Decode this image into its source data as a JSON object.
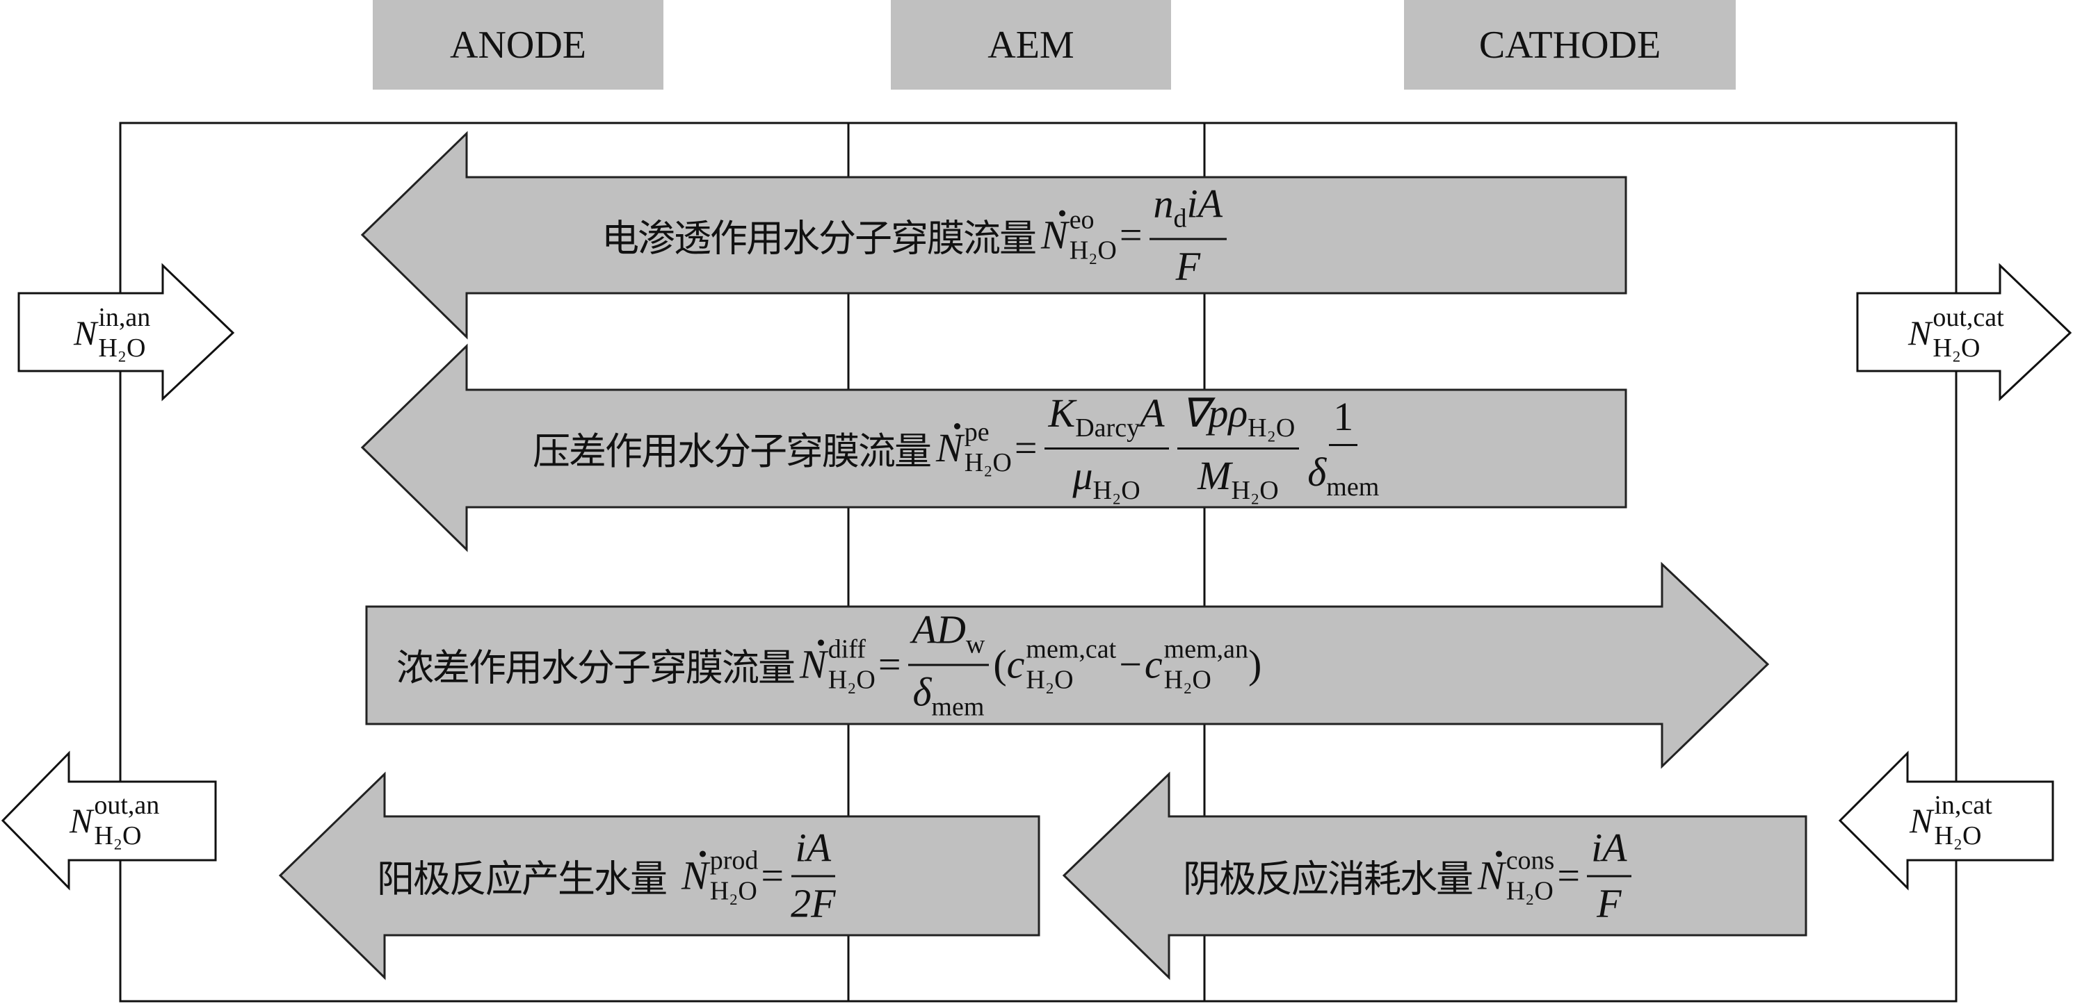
{
  "headers": {
    "anode": "ANODE",
    "aem": "AEM",
    "cathode": "CATHODE"
  },
  "colors": {
    "arrow_fill": "#c0c0c0",
    "header_fill": "#c0c0c0",
    "line": "#111111"
  },
  "flows": {
    "eo": {
      "label": "电渗透作用水分子穿膜流量",
      "symbol": "N",
      "sup": "eo",
      "sub": "H₂O",
      "eq": "=",
      "num_a": "n",
      "num_a_sub": "d",
      "num_b": "iA",
      "den": "F"
    },
    "pe": {
      "label": "压差作用水分子穿膜流量",
      "symbol": "N",
      "sup": "pe",
      "sub": "H₂O",
      "eq": "=",
      "f1_num": "K",
      "f1_num_sub": "Darcy",
      "f1_num_b": "A",
      "f1_den": "μ",
      "f1_den_sub": "H₂O",
      "f2_num": "∇pρ",
      "f2_num_sub": "H₂O",
      "f2_den": "M",
      "f2_den_sub": "H₂O",
      "f3_num": "1",
      "f3_den": "δ",
      "f3_den_sub": "mem"
    },
    "diff": {
      "label": "浓差作用水分子穿膜流量",
      "symbol": "N",
      "sup": "diff",
      "sub": "H₂O",
      "eq": "=",
      "num": "AD",
      "num_sub": "w",
      "den": "δ",
      "den_sub": "mem",
      "open": "(",
      "c1": "c",
      "c1_sup": "mem,cat",
      "c1_sub": "H₂O",
      "minus": "−",
      "c2": "c",
      "c2_sup": "mem,an",
      "c2_sub": "H₂O",
      "close": ")"
    },
    "prod": {
      "label": "阳极反应产生水量",
      "symbol": "N",
      "sup": "prod",
      "sub": "H₂O",
      "eq": "=",
      "num": "iA",
      "den": "2F"
    },
    "cons": {
      "label": "阴极反应消耗水量",
      "symbol": "N",
      "sup": "cons",
      "sub": "H₂O",
      "eq": "=",
      "num": "iA",
      "den": "F"
    }
  },
  "streams": {
    "in_an": {
      "symbol": "N",
      "sup": "in,an",
      "sub": "H₂O"
    },
    "out_cat": {
      "symbol": "N",
      "sup": "out,cat",
      "sub": "H₂O"
    },
    "out_an": {
      "symbol": "N",
      "sup": "out,an",
      "sub": "H₂O"
    },
    "in_cat": {
      "symbol": "N",
      "sup": "in,cat",
      "sub": "H₂O"
    }
  }
}
